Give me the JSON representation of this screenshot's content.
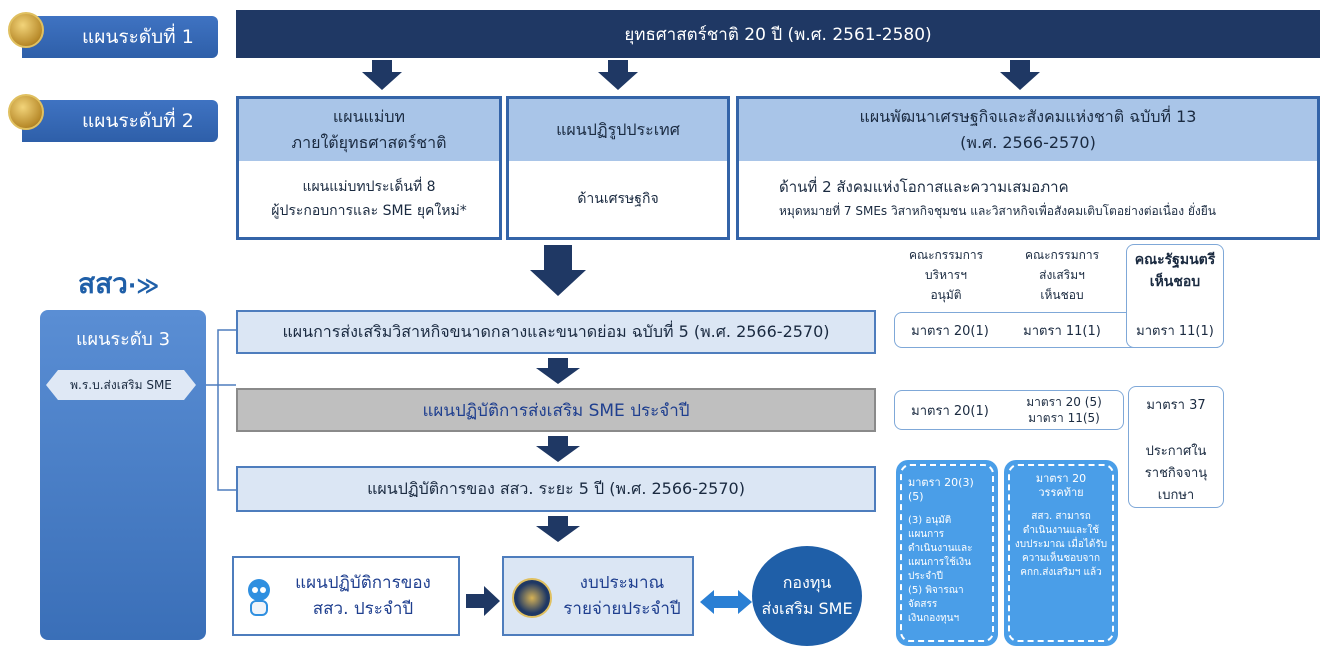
{
  "level1": {
    "tab": "แผนระดับที่ 1",
    "strategy": "ยุทธศาสตร์ชาติ 20 ปี (พ.ศ. 2561-2580)"
  },
  "level2": {
    "tab": "แผนระดับที่ 2",
    "masterplan_title_1": "แผนแม่บท",
    "masterplan_title_2": "ภายใต้ยุทธศาสตร์ชาติ",
    "masterplan_body_1": "แผนแม่บทประเด็นที่ 8",
    "masterplan_body_2": "ผู้ประกอบการและ SME ยุคใหม่*",
    "reform_title": "แผนปฏิรูปประเทศ",
    "reform_body": "ด้านเศรษฐกิจ",
    "ned_title_1": "แผนพัฒนาเศรษฐกิจและสังคมแห่งชาติ ฉบับที่ 13",
    "ned_title_2": "(พ.ศ. 2566-2570)",
    "ned_body_1": "ด้านที่ 2 สังคมแห่งโอกาสและความเสมอภาค",
    "ned_body_2": "หมุดหมายที่ 7 SMEs วิสาหกิจชุมชน และวิสาหกิจเพื่อสังคมเติบโตอย่างต่อเนื่อง ยั่งยืน"
  },
  "logo": {
    "text": "สสว"
  },
  "level3": {
    "tab": "แผนระดับ 3",
    "act": "พ.ร.บ.ส่งเสริม SME"
  },
  "plans": {
    "sme5": "แผนการส่งเสริมวิสาหกิจขนาดกลางและขนาดย่อม ฉบับที่ 5 (พ.ศ. 2566-2570)",
    "annual": "แผนปฏิบัติการส่งเสริม SME ประจำปี",
    "osmep5": "แผนปฏิบัติการของ สสว. ระยะ 5 ปี (พ.ศ. 2566-2570)",
    "osmep_annual_1": "แผนปฏิบัติการของ",
    "osmep_annual_2": "สสว. ประจำปี",
    "budget_1": "งบประมาณ",
    "budget_2": "รายจ่ายประจำปี",
    "fund_1": "กองทุน",
    "fund_2": "ส่งเสริม SME"
  },
  "approvals": {
    "board_1": "คณะกรรมการ",
    "board_2": "บริหารฯ",
    "board_3": "อนุมัติ",
    "promo_1": "คณะกรรมการ",
    "promo_2": "ส่งเสริมฯ",
    "promo_3": "เห็นชอบ",
    "cabinet_1": "คณะรัฐมนตรี",
    "cabinet_2": "เห็นชอบ",
    "s20_1": "มาตรา 20(1)",
    "s11_1": "มาตรา 11(1)",
    "s11_1b": "มาตรา 11(1)",
    "s20_1b": "มาตรา 20(1)",
    "s20_5": "มาตรา 20 (5)",
    "s11_5": "มาตรา 11(5)",
    "s37": "มาตรา 37",
    "gazette_1": "ประกาศใน",
    "gazette_2": "ราชกิจจานุเบกษา"
  },
  "notes": {
    "n1_title": "มาตรา 20(3)(5)",
    "n1_l1": "(3) อนุมัติแผนการ",
    "n1_l2": "ดำเนินงานและ",
    "n1_l3": "แผนการใช้เงิน",
    "n1_l4": "ประจำปี",
    "n1_l5": "(5) พิจารณาจัดสรร",
    "n1_l6": "เงินกองทุนฯ",
    "n2_title_1": "มาตรา 20",
    "n2_title_2": "วรรคท้าย",
    "n2_l1": "สสว. สามารถ",
    "n2_l2": "ดำเนินงานและใช้",
    "n2_l3": "งบประมาณ เมื่อได้รับ",
    "n2_l4": "ความเห็นชอบจาก",
    "n2_l5": "คกก.ส่งเสริมฯ แล้ว"
  },
  "colors": {
    "navy": "#1f3864",
    "blue": "#2e5fa9",
    "light": "#a9c5e8",
    "fund": "#1f5fa8"
  }
}
